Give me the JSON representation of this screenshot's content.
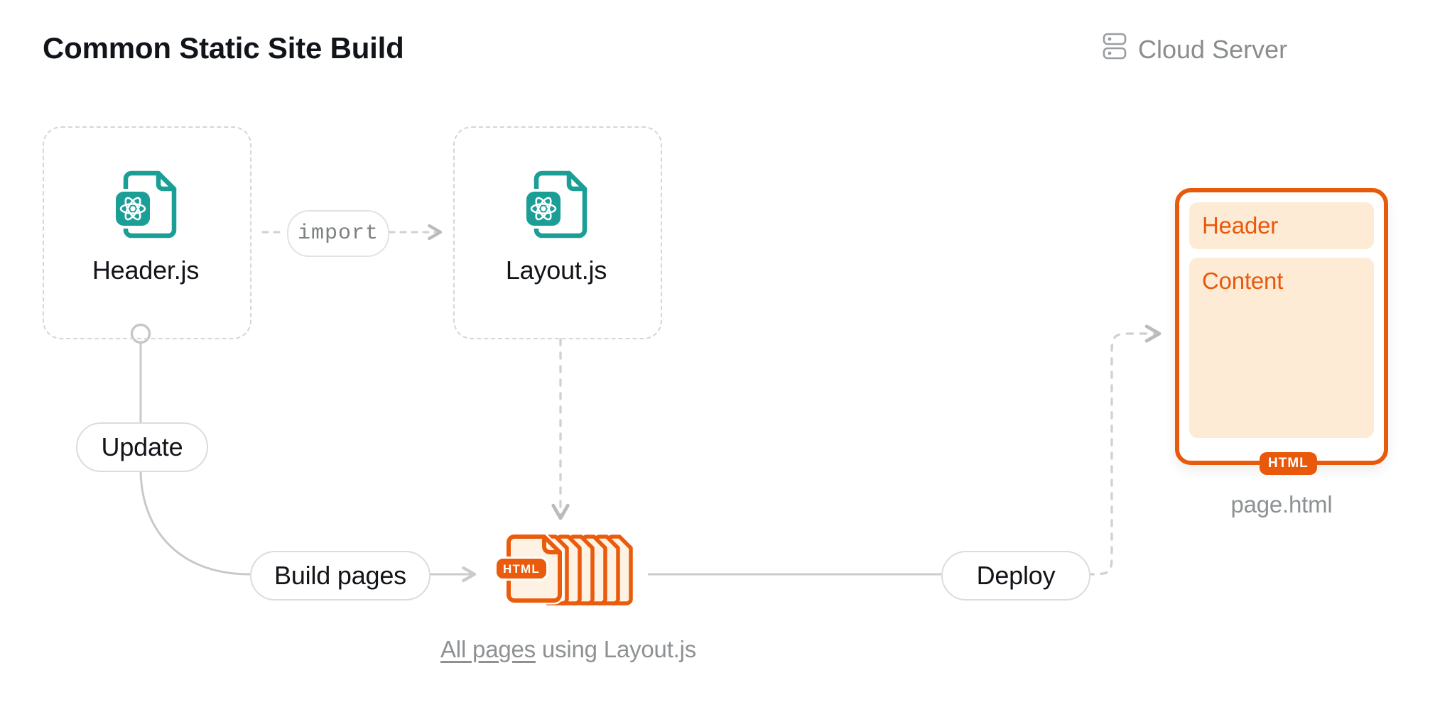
{
  "header": {
    "title": "Common Static Site Build",
    "cloud_server_label": "Cloud Server",
    "cloud_server_icon": "server-icon"
  },
  "colors": {
    "teal": "#1a9e96",
    "orange": "#e8590c",
    "orange_tint": "#fdebd6",
    "line_gray": "#d6d6d6",
    "text_gray": "#8e9193",
    "text_dark": "#111418"
  },
  "nodes": {
    "header_file": {
      "label": "Header.js",
      "icon": "react-file-icon"
    },
    "layout_file": {
      "label": "Layout.js",
      "icon": "react-file-icon"
    },
    "html_stack": {
      "badge": "HTML",
      "icon": "html-file-stack-icon"
    }
  },
  "edges": {
    "import_label": "import",
    "update_label": "Update",
    "build_label": "Build pages",
    "deploy_label": "Deploy"
  },
  "caption": {
    "emphasis": "All pages",
    "rest": " using Layout.js"
  },
  "page_card": {
    "blocks": [
      {
        "label": "Header"
      },
      {
        "label": "Content"
      }
    ],
    "badge": "HTML",
    "filename": "page.html"
  }
}
